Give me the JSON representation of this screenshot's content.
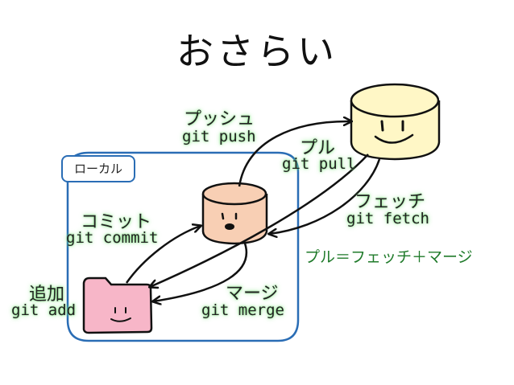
{
  "title": "おさらい",
  "local_label": "ローカル",
  "labels": {
    "push_jp": "プッシュ",
    "push_cmd": "git push",
    "pull_jp": "プル",
    "pull_cmd": "git pull",
    "fetch_jp": "フェッチ",
    "fetch_cmd": "git fetch",
    "commit_jp": "コミット",
    "commit_cmd": "git commit",
    "add_jp": "追加",
    "add_cmd": "git add",
    "merge_jp": "マージ",
    "merge_cmd": "git merge"
  },
  "note": "プル＝フェッチ＋マージ",
  "colors": {
    "remote_fill": "#fff7c6",
    "local_repo_fill": "#f8cfb4",
    "working_fill": "#f7b6c8",
    "local_box": "#2a6db5",
    "glow": "#7ee67e",
    "note_text": "#1f7a2a"
  },
  "icons": {
    "remote": "remote-repository-cylinder-icon",
    "local": "local-repository-cylinder-icon",
    "working": "working-folder-icon"
  }
}
